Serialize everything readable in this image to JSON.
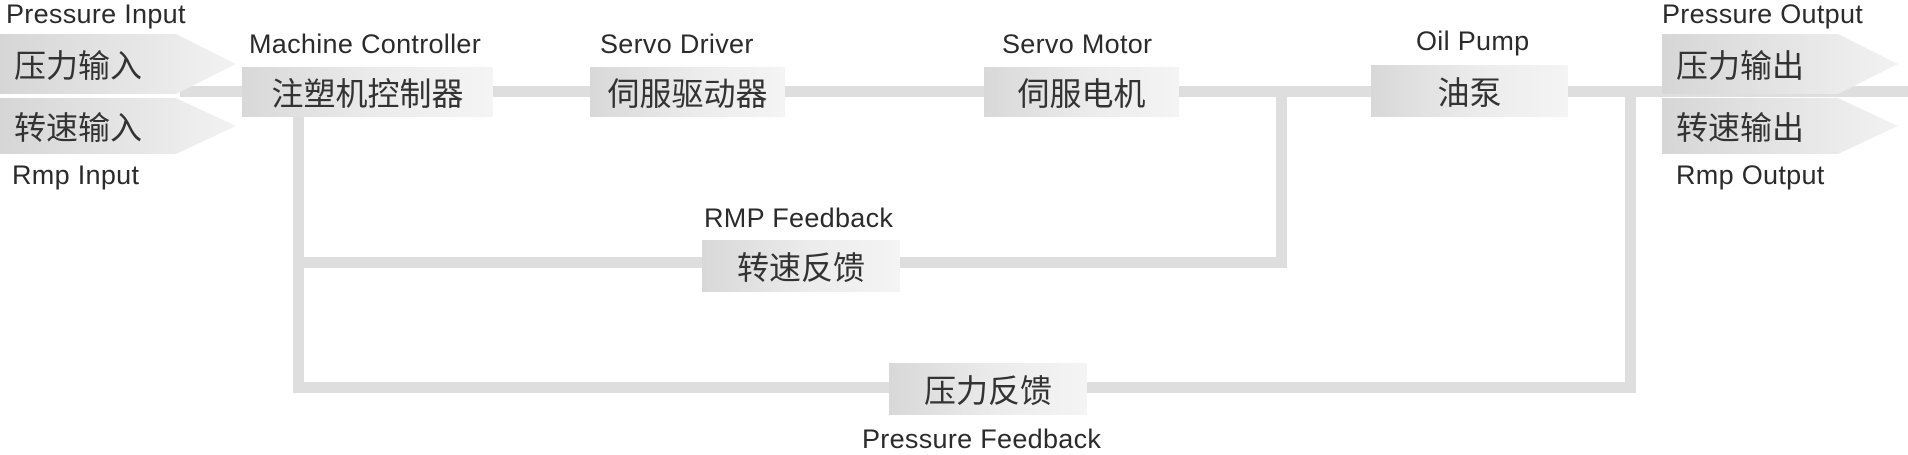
{
  "inputs": {
    "pressure": {
      "en": "Pressure Input",
      "zh": "压力输入"
    },
    "rpm": {
      "en": "Rmp Input",
      "zh": "转速输入"
    }
  },
  "outputs": {
    "pressure": {
      "en": "Pressure Output",
      "zh": "压力输出"
    },
    "rpm": {
      "en": "Rmp Output",
      "zh": "转速输出"
    }
  },
  "nodes": {
    "controller": {
      "en": "Machine Controller",
      "zh": "注塑机控制器"
    },
    "driver": {
      "en": "Servo Driver",
      "zh": "伺服驱动器"
    },
    "motor": {
      "en": "Servo Motor",
      "zh": "伺服电机"
    },
    "pump": {
      "en": "Oil Pump",
      "zh": "油泵"
    }
  },
  "feedback": {
    "rpm": {
      "en": "RMP Feedback",
      "zh": "转速反馈"
    },
    "pressure": {
      "en": "Pressure Feedback",
      "zh": "压力反馈"
    }
  },
  "colors": {
    "line": "#dedede",
    "box_dark": "#d8d8d8",
    "box_light": "#f4f4f4",
    "text": "#2b2b2b"
  }
}
